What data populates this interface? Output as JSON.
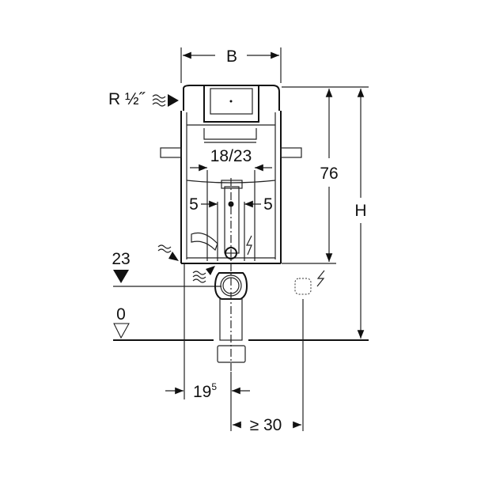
{
  "labels": {
    "width": "B",
    "height": "H",
    "connection": "R ½˝",
    "flush_height": "76",
    "inner_width": "18/23",
    "left_offset": "5",
    "right_offset": "5",
    "drain_level": "23",
    "floor_level": "0",
    "axis_offset_base": "19",
    "axis_offset_sup": "5",
    "min_socket_distance": "≥ 30"
  },
  "colors": {
    "line": "#111111",
    "background": "#ffffff"
  }
}
